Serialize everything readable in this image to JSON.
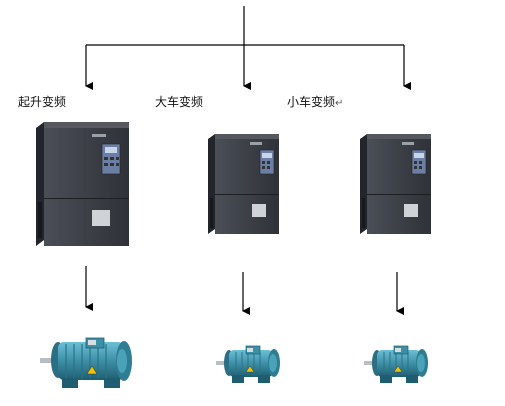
{
  "diagram": {
    "branches": [
      {
        "label": "起升变频",
        "return_mark": ""
      },
      {
        "label": "大车变频",
        "return_mark": ""
      },
      {
        "label": "小车变频",
        "return_mark": "↵"
      }
    ],
    "colors": {
      "line": "#000000",
      "inverter_body": "#3a3d44",
      "inverter_side": "#24272d",
      "keypad": "#6b7ea3",
      "motor_body": "#3d8fa6",
      "motor_dark": "#1f5d70"
    },
    "icons": [
      "inverter-icon",
      "motor-icon",
      "arrow-down-icon"
    ]
  }
}
